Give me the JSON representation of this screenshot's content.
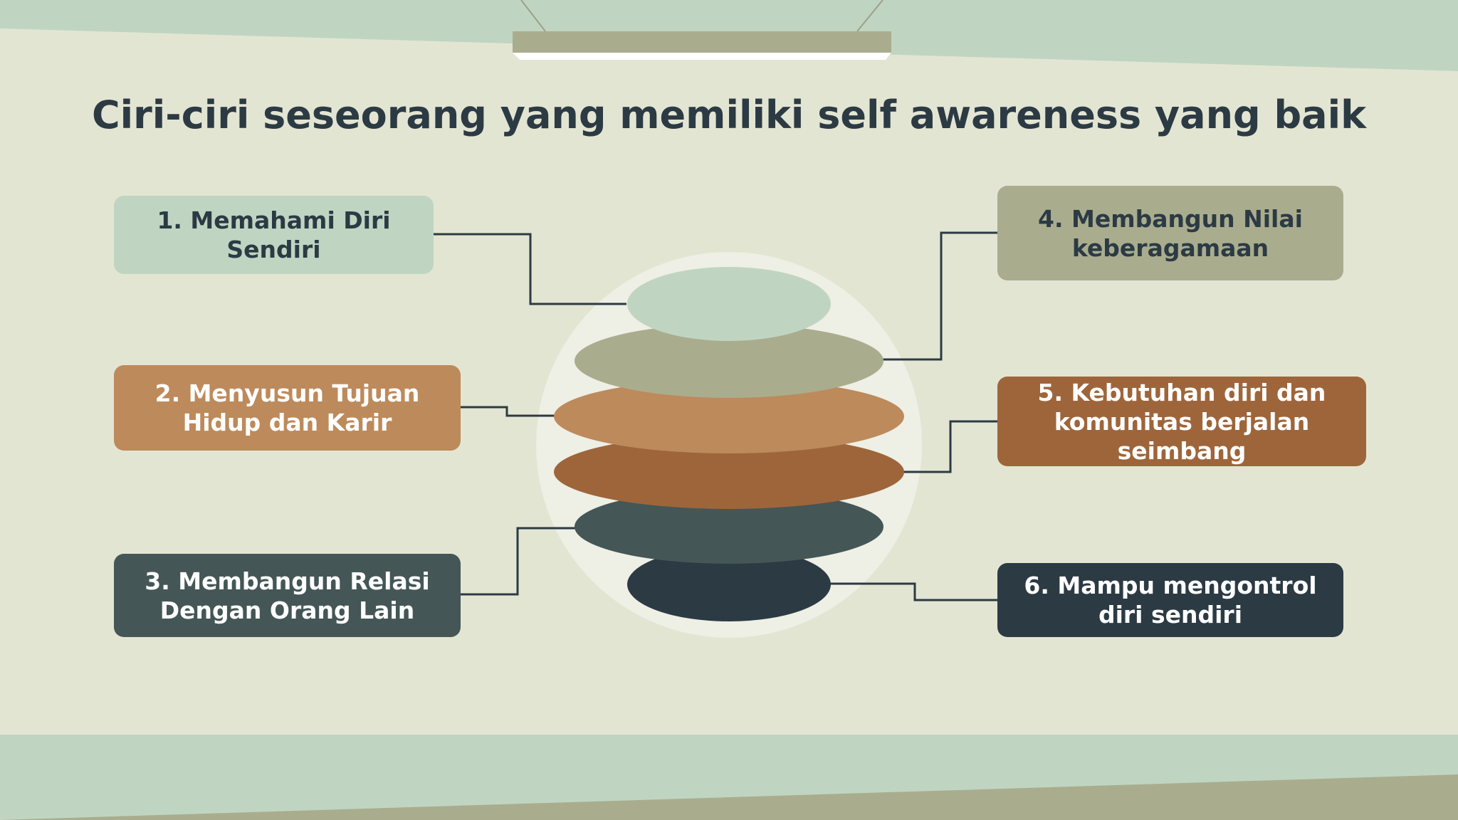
{
  "title": "Ciri-ciri seseorang yang memiliki self awareness yang baik",
  "colors": {
    "background": "#e3e5d3",
    "top_band": "#c0d5c1",
    "bottom_band_light": "#c0d5c1",
    "bottom_band_dark": "#a9ad8e",
    "lamp_bar": "#a9ad8e",
    "circle_halo": "#eeefe5",
    "connector": "#2c3a44",
    "title_text": "#2c3a44"
  },
  "layers": [
    {
      "name": "layer-1",
      "color": "#c0d5c1"
    },
    {
      "name": "layer-2",
      "color": "#a9ad8e"
    },
    {
      "name": "layer-3",
      "color": "#bd8a5b"
    },
    {
      "name": "layer-4",
      "color": "#9e653b"
    },
    {
      "name": "layer-5",
      "color": "#445656"
    },
    {
      "name": "layer-6",
      "color": "#2c3a44"
    }
  ],
  "items": [
    {
      "label": "1. Memahami Diri Sendiri",
      "bg": "#c0d5c1",
      "fg": "#2c3a44"
    },
    {
      "label": "2. Menyusun Tujuan Hidup dan Karir",
      "bg": "#bd8a5b",
      "fg": "#ffffff"
    },
    {
      "label": "3. Membangun Relasi Dengan Orang Lain",
      "bg": "#445656",
      "fg": "#ffffff"
    },
    {
      "label": "4. Membangun Nilai keberagamaan",
      "bg": "#a9ad8e",
      "fg": "#2c3a44"
    },
    {
      "label": "5. Kebutuhan diri dan komunitas berjalan seimbang",
      "bg": "#9e653b",
      "fg": "#ffffff"
    },
    {
      "label": "6. Mampu mengontrol diri sendiri",
      "bg": "#2c3a44",
      "fg": "#ffffff"
    }
  ]
}
